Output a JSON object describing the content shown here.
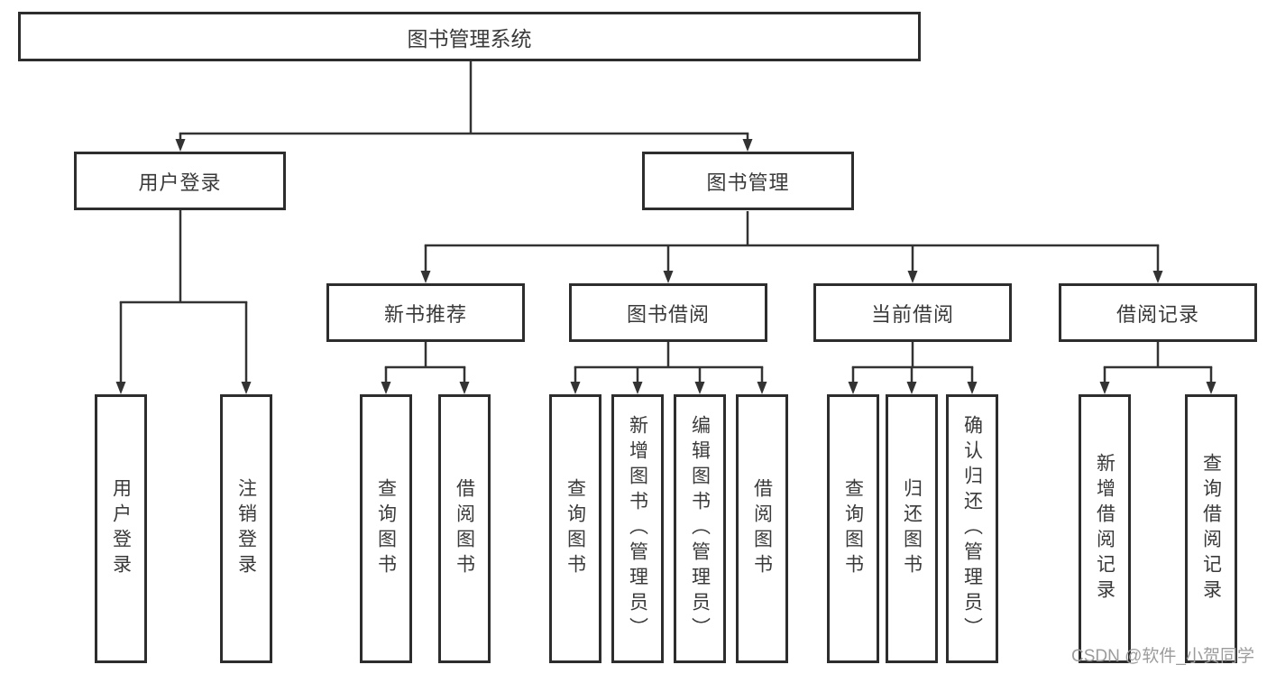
{
  "colors": {
    "background": "#ffffff",
    "line": "#333333",
    "box_border": "#2d2d2d",
    "text": "#3a3a3a",
    "watermark": "#9c9c9c"
  },
  "tree": {
    "root": {
      "label": "图书管理系统"
    },
    "level2": [
      {
        "label": "用户登录"
      },
      {
        "label": "图书管理"
      }
    ],
    "level3": [
      {
        "label": "新书推荐"
      },
      {
        "label": "图书借阅"
      },
      {
        "label": "当前借阅"
      },
      {
        "label": "借阅记录"
      }
    ],
    "leaves": {
      "login": [
        {
          "label": "用户登录"
        },
        {
          "label": "注销登录"
        }
      ],
      "recommend": [
        {
          "label": "查询图书"
        },
        {
          "label": "借阅图书"
        }
      ],
      "borrow": [
        {
          "label": "查询图书"
        },
        {
          "label": "新增图书（管理员）"
        },
        {
          "label": "编辑图书（管理员）"
        },
        {
          "label": "借阅图书"
        }
      ],
      "current": [
        {
          "label": "查询图书"
        },
        {
          "label": "归还图书"
        },
        {
          "label": "确认归还（管理员）"
        }
      ],
      "records": [
        {
          "label": "新增借阅记录"
        },
        {
          "label": "查询借阅记录"
        }
      ]
    }
  },
  "watermark": {
    "text": "CSDN @软件_小贺同学"
  }
}
